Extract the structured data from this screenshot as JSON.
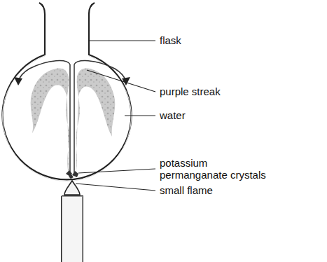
{
  "diagram": {
    "labels": [
      "flask",
      "purple streak",
      "water",
      "potassium permanganate crystals",
      "small flame"
    ]
  }
}
